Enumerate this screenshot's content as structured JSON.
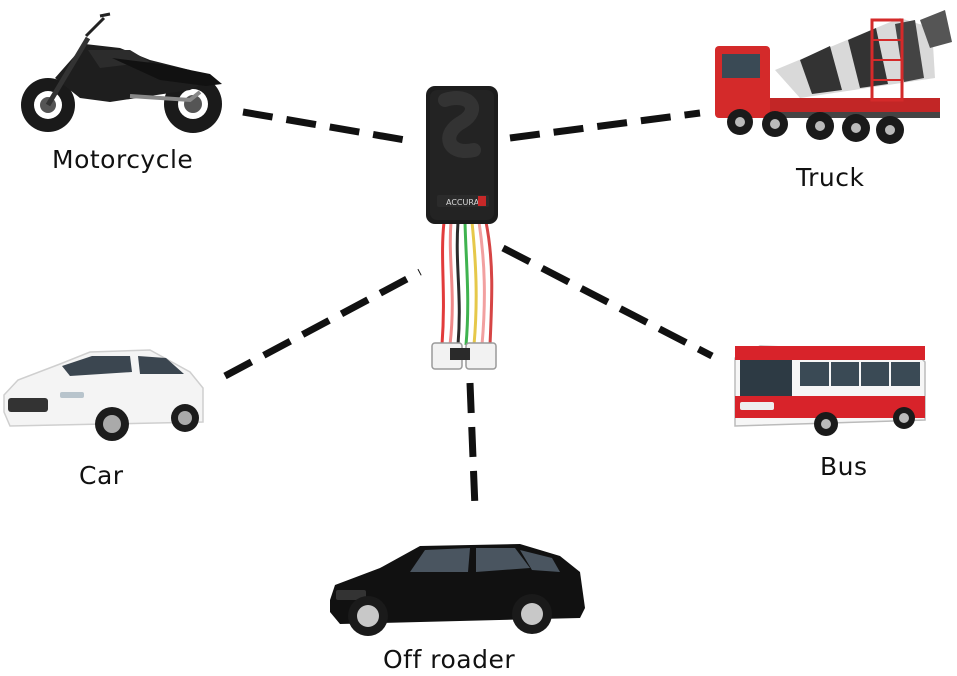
{
  "device": {
    "brand_text": "ACCURA",
    "body_color": "#1c1c1c",
    "wire_colors": [
      "#e23b3b",
      "#f08a8a",
      "#2b2b2b",
      "#3fb34f",
      "#e6c84a",
      "#f2a0a0",
      "#d64545"
    ]
  },
  "vehicles": [
    {
      "label": "Motorcycle",
      "color": "#1a1a1a"
    },
    {
      "label": "Truck",
      "color": "#d42a2a"
    },
    {
      "label": "Car",
      "color": "#f4f4f4"
    },
    {
      "label": "Bus",
      "color": "#d8232a"
    },
    {
      "label": "Off roader",
      "color": "#111111"
    }
  ],
  "connector_color": "#111111"
}
